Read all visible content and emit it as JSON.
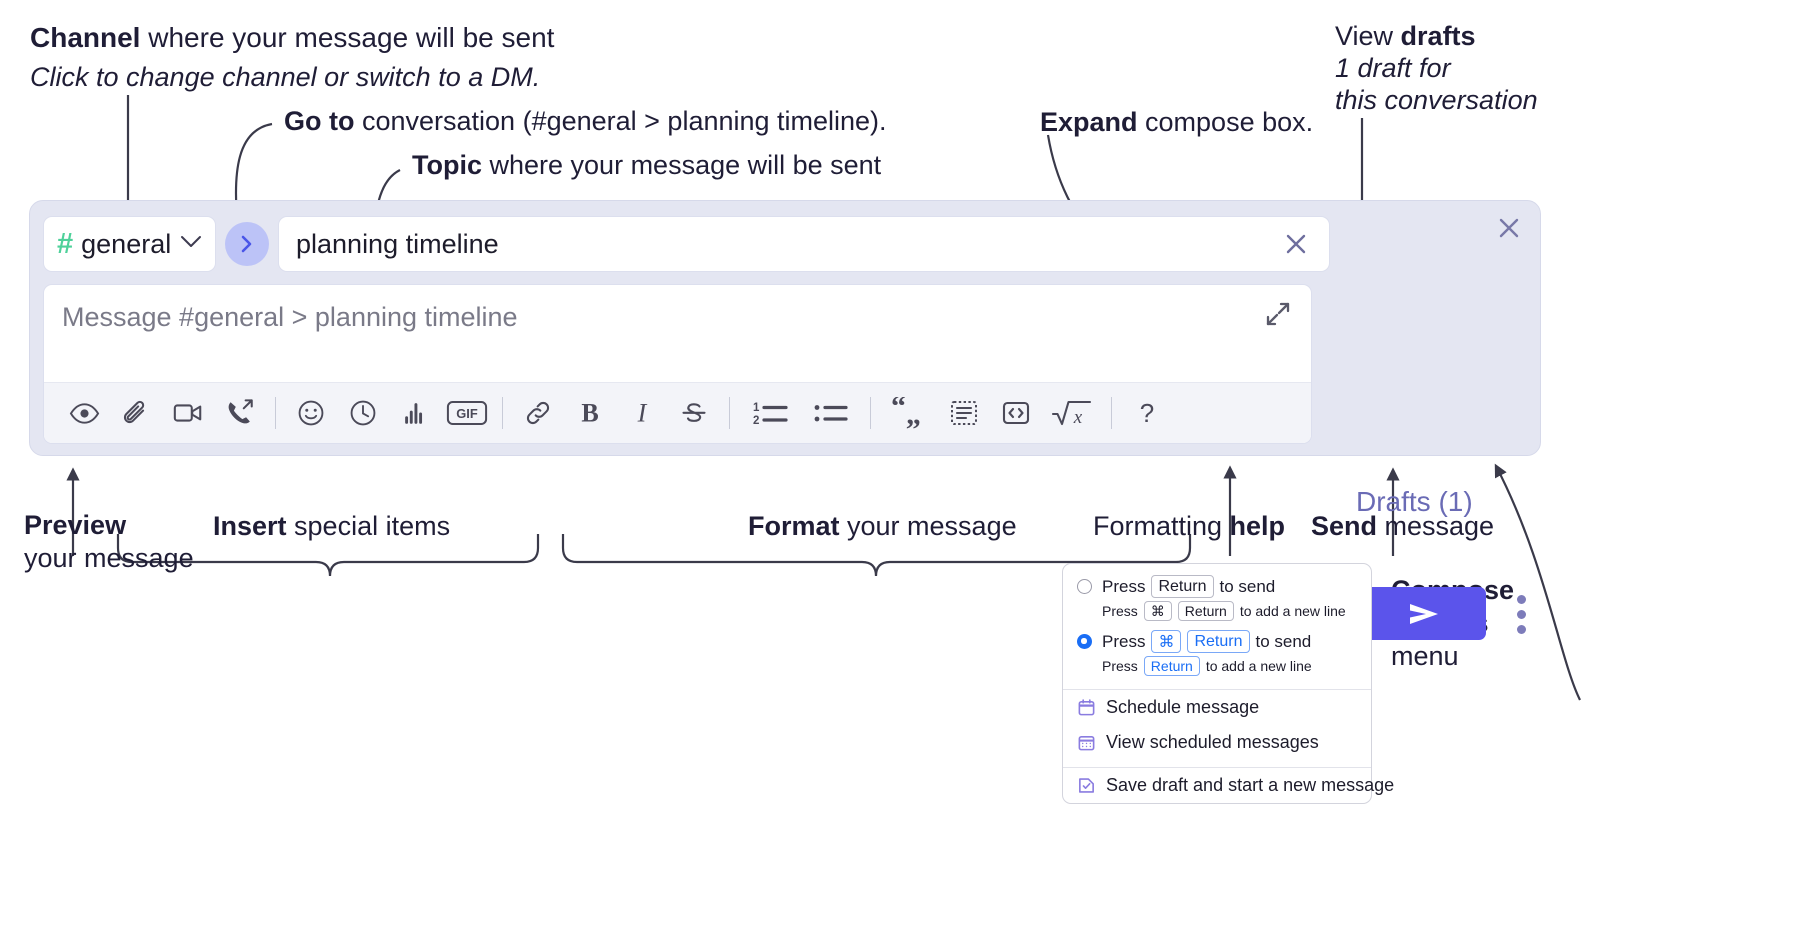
{
  "annotations": {
    "channel": {
      "strong": "Channel",
      "rest": " where your message will be sent",
      "line2": "Click to change channel or switch to a DM."
    },
    "goto": {
      "strong": "Go to",
      "rest": " conversation (#general > planning timeline)."
    },
    "topic": {
      "strong": "Topic",
      "rest": " where your message will be sent"
    },
    "expand": {
      "strong": "Expand",
      "rest": " compose box."
    },
    "drafts": {
      "plain": "View ",
      "strong": "drafts",
      "line2": "1 draft for",
      "line3": "this conversation"
    },
    "preview": {
      "strong": "Preview",
      "line2": "your message"
    },
    "insert": {
      "strong": "Insert",
      "rest": " special items"
    },
    "format": {
      "strong": "Format",
      "rest": " your message"
    },
    "help": {
      "plain": "Formatting ",
      "strong": "help"
    },
    "send": {
      "strong": "Send",
      "rest": " message"
    },
    "compose_options": {
      "line1": "Compose",
      "line2": "options",
      "line3": "menu"
    }
  },
  "compose": {
    "channel_name": "general",
    "channel_hash": "#",
    "topic_value": "planning timeline",
    "message_placeholder": "Message #general > planning timeline",
    "drafts_label": "Drafts (1)",
    "toolbar_groups": [
      {
        "name": "preview",
        "icons": [
          {
            "name": "preview-eye-icon",
            "label": "Preview"
          }
        ]
      },
      {
        "name": "insert",
        "icons": [
          {
            "name": "attachment-paperclip-icon",
            "label": "Attach file"
          },
          {
            "name": "video-camera-icon",
            "label": "Record video clip"
          },
          {
            "name": "audio-call-icon",
            "label": "Record audio clip"
          }
        ]
      },
      {
        "name": "insert-2",
        "icons": [
          {
            "name": "emoji-smiley-icon",
            "label": "Emoji"
          },
          {
            "name": "clock-icon",
            "label": "Reminder"
          },
          {
            "name": "poll-bar-chart-icon",
            "label": "Poll"
          },
          {
            "name": "gif-icon",
            "label": "GIF"
          }
        ]
      },
      {
        "name": "format",
        "icons": [
          {
            "name": "link-icon",
            "label": "Link"
          },
          {
            "name": "bold-icon",
            "label": "Bold"
          },
          {
            "name": "italic-icon",
            "label": "Italic"
          },
          {
            "name": "strikethrough-icon",
            "label": "Strikethrough"
          }
        ]
      },
      {
        "name": "lists",
        "icons": [
          {
            "name": "ordered-list-icon",
            "label": "Ordered list"
          },
          {
            "name": "bulleted-list-icon",
            "label": "Bulleted list"
          }
        ]
      },
      {
        "name": "blocks",
        "icons": [
          {
            "name": "blockquote-icon",
            "label": "Blockquote"
          },
          {
            "name": "code-block-icon",
            "label": "Code block"
          },
          {
            "name": "inline-code-icon",
            "label": "Code"
          },
          {
            "name": "latex-icon",
            "label": "LaTeX"
          }
        ]
      },
      {
        "name": "help",
        "icons": [
          {
            "name": "question-mark-icon",
            "label": "Formatting help"
          }
        ]
      }
    ],
    "gif_label": "GIF",
    "help_label": "?",
    "latex_label": "x"
  },
  "menu": {
    "option1": {
      "pre": "Press",
      "key": "Return",
      "post": "to send",
      "selected": false,
      "sub_pre": "Press",
      "sub_key1": "⌘",
      "sub_key2": "Return",
      "sub_post": "to add a new line"
    },
    "option2": {
      "pre": "Press",
      "key1": "⌘",
      "key2": "Return",
      "post": "to send",
      "selected": true,
      "sub_pre": "Press",
      "sub_key": "Return",
      "sub_post": "to add a new line"
    },
    "items": [
      {
        "label": "Schedule message",
        "icon": "calendar-icon"
      },
      {
        "label": "View scheduled messages",
        "icon": "calendar-grid-icon"
      },
      {
        "label": "Save draft and start a new message",
        "icon": "save-draft-icon"
      }
    ]
  },
  "colors": {
    "panel_bg": "#e4e6f2",
    "accent_purple": "#5b54eb",
    "hash_green": "#4ed19a",
    "drafts_purple": "#6a6bb5",
    "radio_blue": "#1a6ef5"
  }
}
